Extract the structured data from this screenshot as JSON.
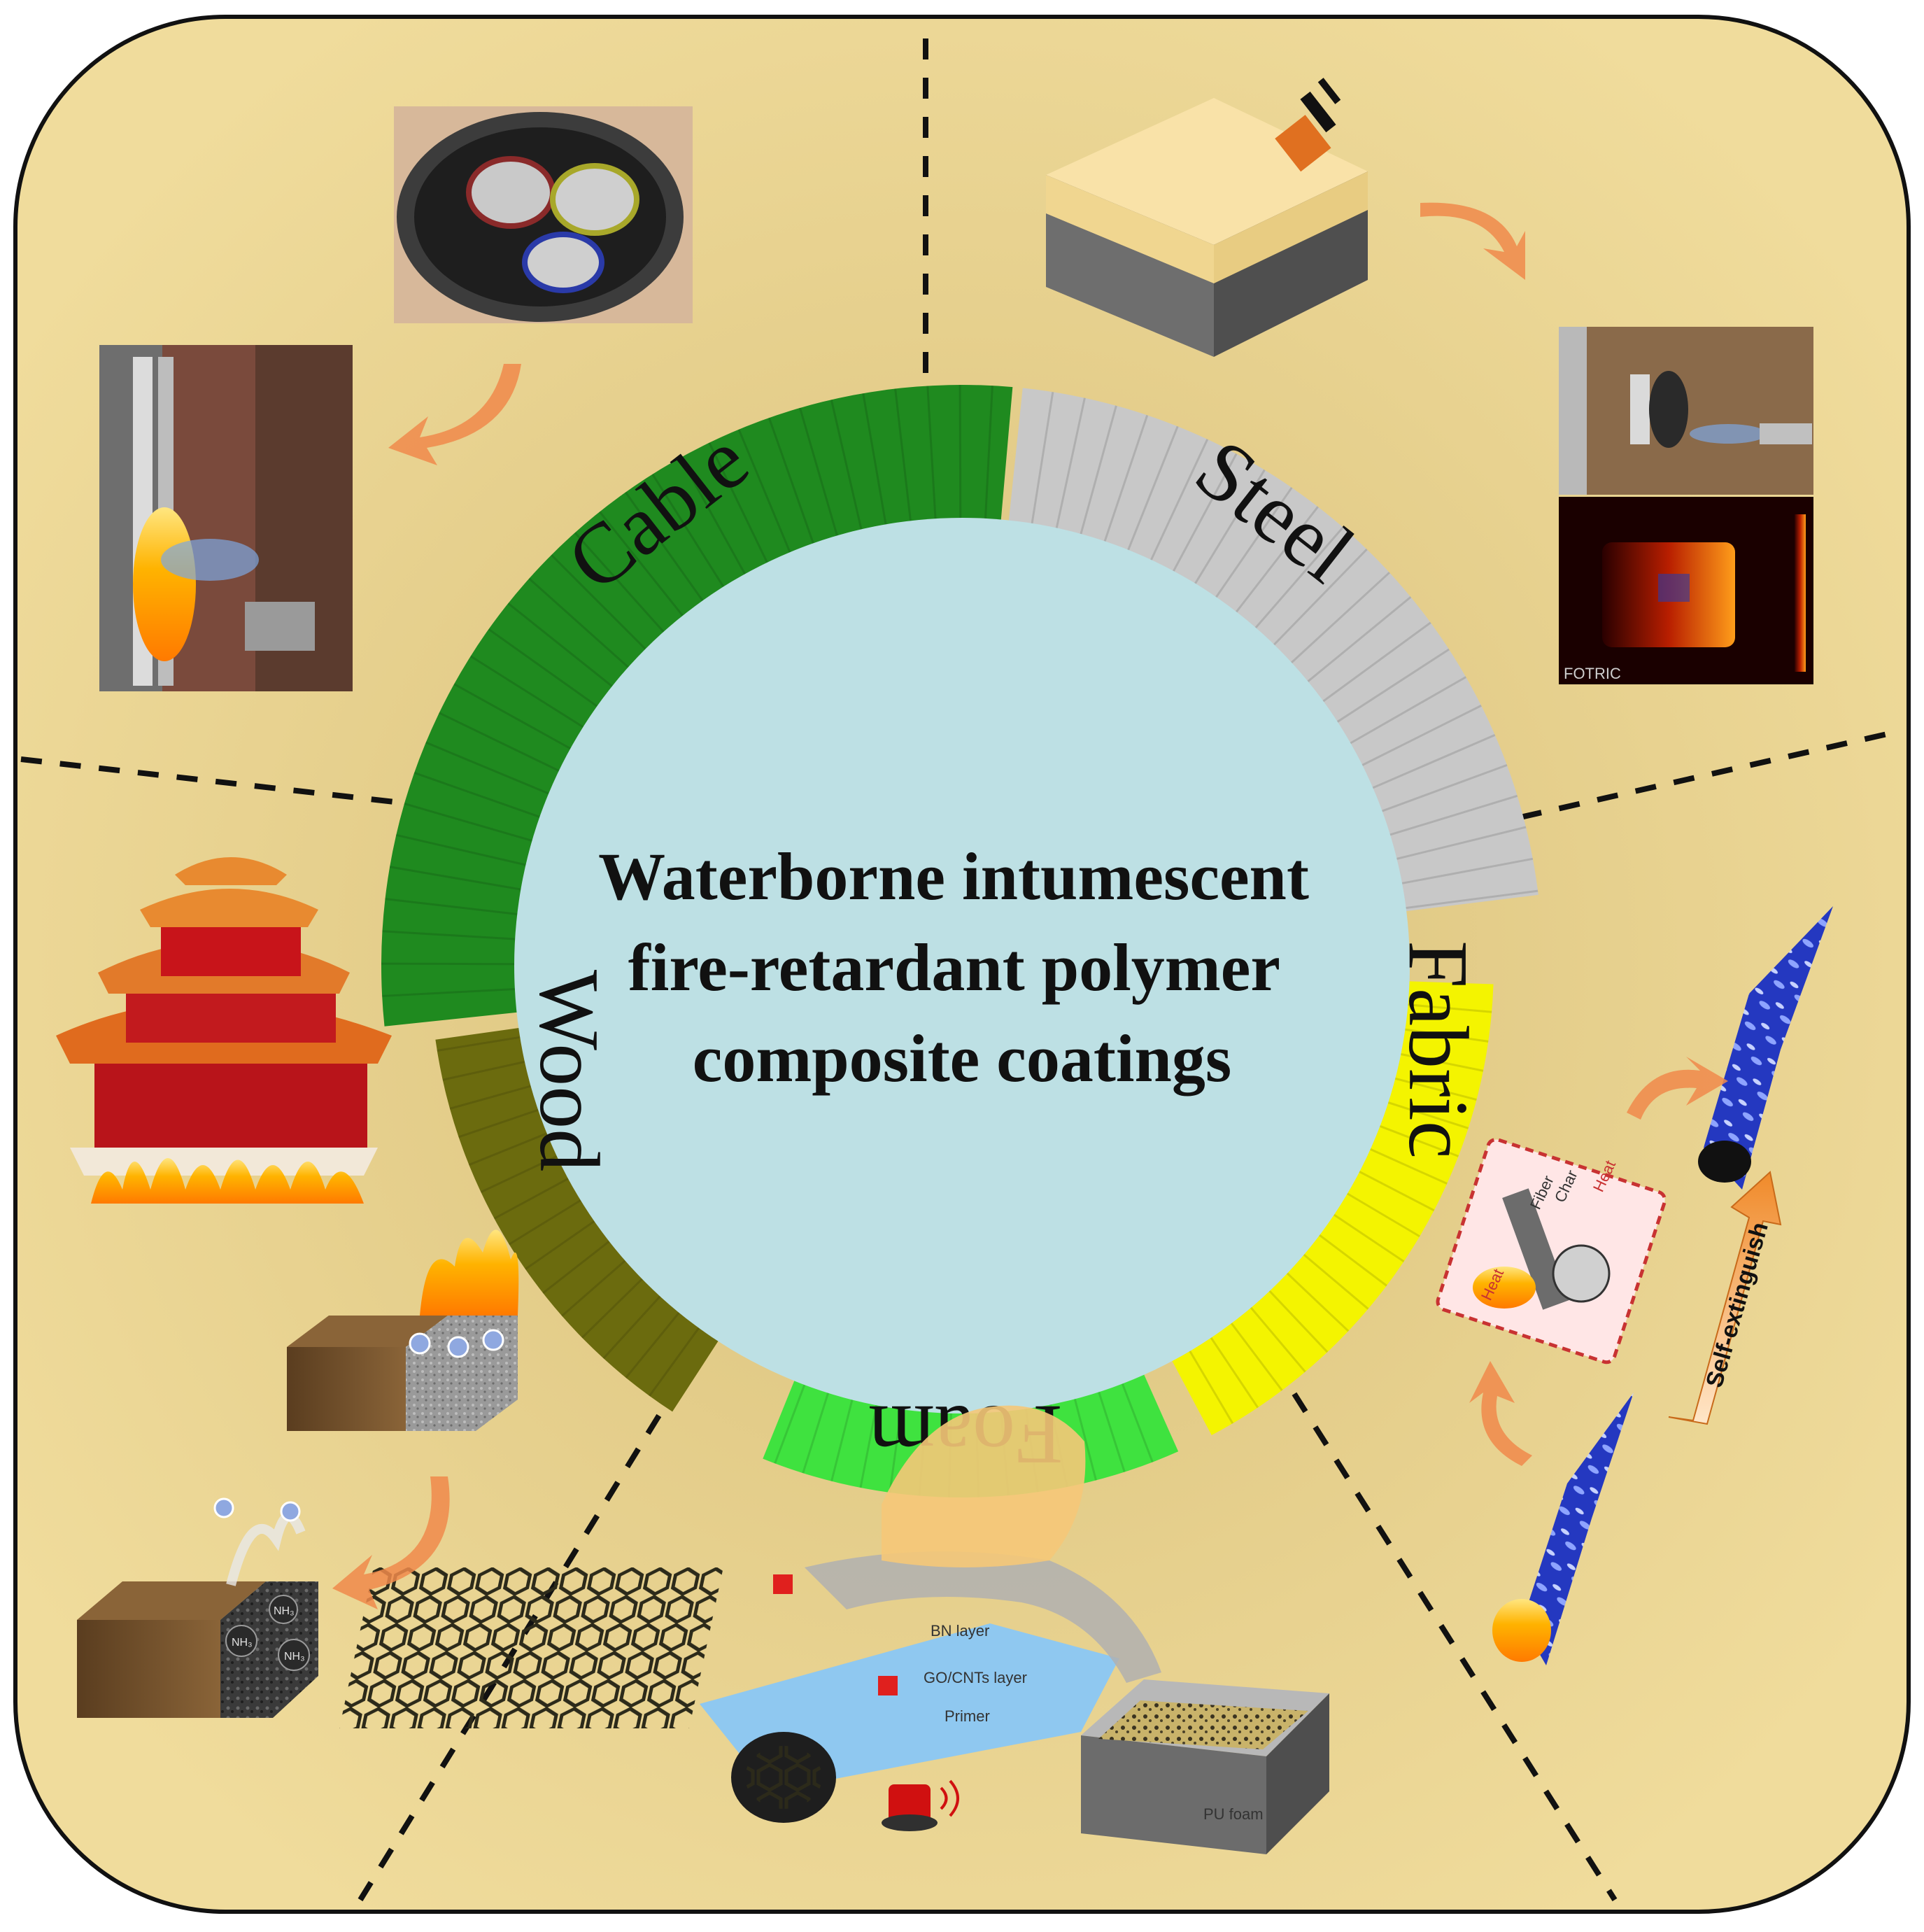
{
  "title_lines": [
    "Waterborne intumescent",
    "fire-retardant polymer",
    "composite coatings"
  ],
  "segments": {
    "cable": "Cable",
    "steel": "Steel",
    "fabric": "Fabric",
    "foam": "Foam",
    "wood": "Wood"
  },
  "fabric_panel": {
    "arrow_label": "Self-extinguish",
    "card_labels": [
      "Fiber",
      "Char",
      "Heat",
      "Heat"
    ]
  },
  "foam_panel": {
    "layers": [
      "BN layer",
      "GO/CNTs layer",
      "Primer",
      "PU foam"
    ]
  },
  "steel_panel": {
    "thermal_brand": "FOTRIC"
  },
  "wood_panel": {
    "ion_labels": [
      "NH₃",
      "NH₃",
      "NH₃"
    ]
  },
  "colors": {
    "background": "#ebd596",
    "frame": "#111111",
    "center_circle": "#bde0e4",
    "cable": "#1f8a1f",
    "steel": "#c8c8c8",
    "fabric": "#f4f400",
    "foam": "#3fe23f",
    "wood": "#6b6b0e",
    "arrow": "#f08a4b"
  }
}
